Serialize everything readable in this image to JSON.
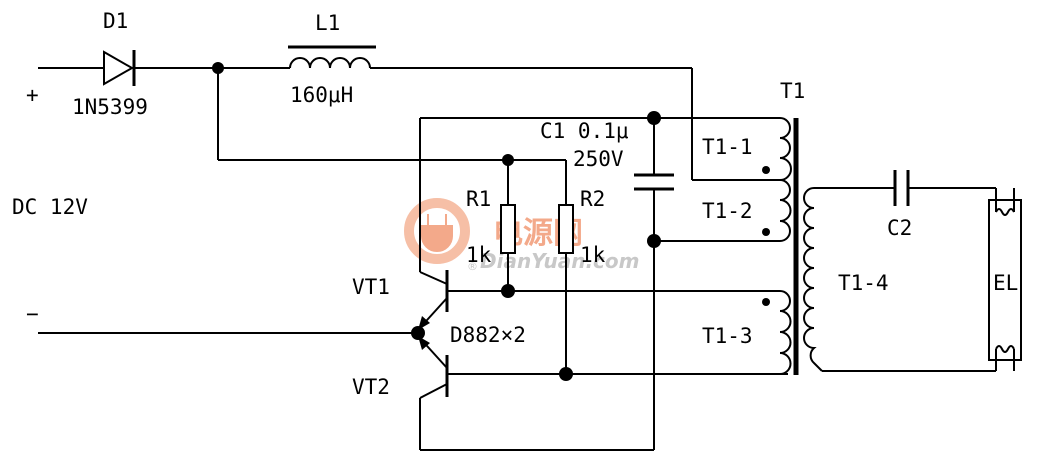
{
  "labels": {
    "d1": "D1",
    "d1_part": "1N5399",
    "l1": "L1",
    "l1_value": "160μH",
    "t1": "T1",
    "c1": "C1 0.1μ",
    "c1_voltage": "250V",
    "plus": "+",
    "minus": "−",
    "dc": "DC 12V",
    "r1": "R1",
    "r1_value": "1k",
    "r2": "R2",
    "r2_value": "1k",
    "t1_1": "T1-1",
    "t1_2": "T1-2",
    "t1_3": "T1-3",
    "t1_4": "T1-4",
    "c2": "C2",
    "el": "EL",
    "vt1": "VT1",
    "vt2": "VT2",
    "transistors": "D882×2"
  },
  "watermark": {
    "cn": "电源网",
    "en": "DianYuan.com",
    "reg": "®"
  }
}
